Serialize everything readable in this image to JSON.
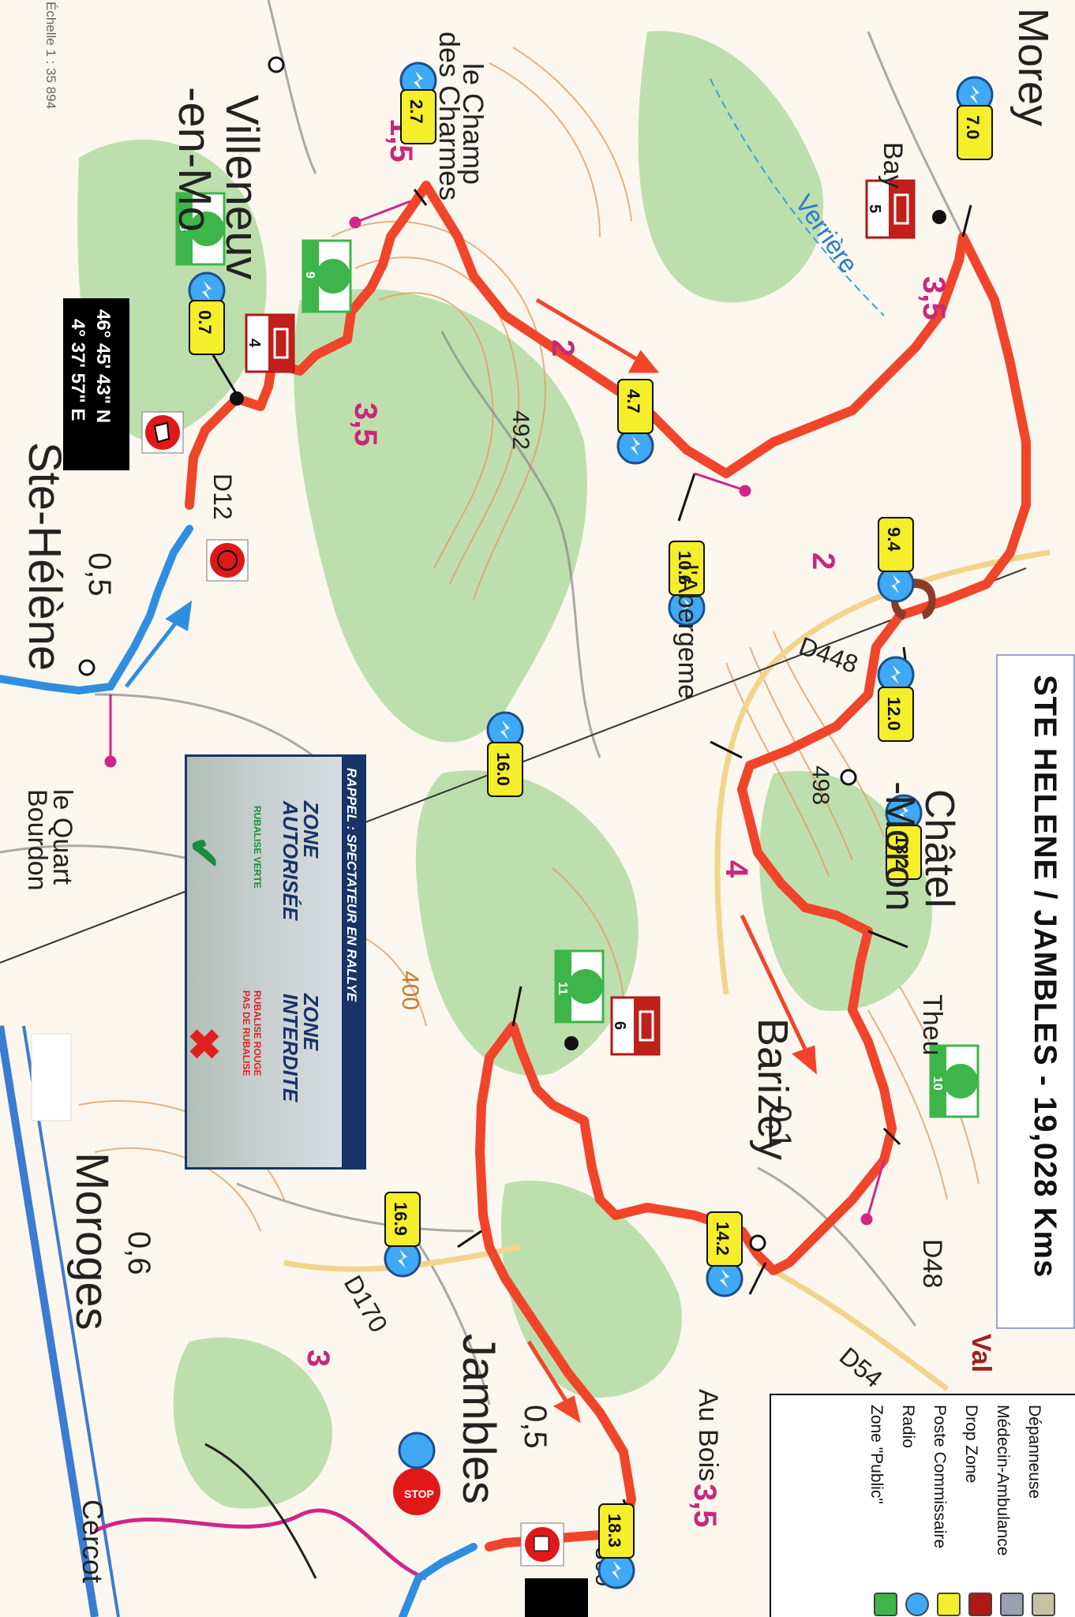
{
  "title": "STE HELENE / JAMBLES   -   19,028 Kms",
  "scale_text": "Échelle 1 : 35 894",
  "coordinates": {
    "lat": "46° 45' 43\" N",
    "lon": "4° 37' 57\" E"
  },
  "place_names": {
    "morey": "Morey",
    "le_champ": "le Champ",
    "des_charmes": "des Charmes",
    "villeneuve": "Villeneuv",
    "en_mo": "-en-Mo",
    "ste_helene": "Ste-Hélène",
    "verriere": "Verrière",
    "labergement": "l'Abergeme",
    "chatel": "Châtel",
    "moroux": "-Moron",
    "barizey": "Barizey",
    "le_quart": "le Quart",
    "bourdon": "Bourdon",
    "morogges": "Moroges",
    "jambles": "Jambles",
    "au_bois": "Au Bois",
    "cercot": "Cercot",
    "theu": "Theu",
    "val": "Val",
    "bay": "Bay"
  },
  "road_labels": {
    "d448": "D448",
    "d48": "D48",
    "d170": "D170",
    "d12": "D12",
    "d54": "D54"
  },
  "elevations": [
    "492",
    "498",
    "400",
    "300"
  ],
  "map_numbers": [
    "0,5",
    "0,5",
    "0,6",
    "0,1",
    "2",
    "2",
    "3,5",
    "3,5",
    "3",
    "3,5",
    "4",
    "1,5"
  ],
  "radio_points": [
    "0.7",
    "2.7",
    "4.7",
    "7.0",
    "9.4",
    "10.6",
    "12.0",
    "13.2",
    "14.2",
    "16.0",
    "16.9",
    "18.3"
  ],
  "commissaire_posts": [
    "4",
    "5",
    "6"
  ],
  "public_zones": [
    "8",
    "9",
    "10",
    "11"
  ],
  "stop_label": "STOP",
  "rappel": {
    "header": "RAPPEL : SPECTATEUR EN RALLYE",
    "zone_ok": "ZONE AUTORISÉE",
    "zone_ok_sub": "RUBALISE VERTE",
    "zone_no": "ZONE INTERDITE",
    "zone_no_sub": "RUBALISE ROUGE PAS DE RUBALISE"
  },
  "legend": [
    "Dépanneuse",
    "Médecin-Ambulance",
    "Drop Zone",
    "Poste Commissaire",
    "Radio",
    "Zone \"Public\""
  ],
  "colors": {
    "route": "#f0452a",
    "liaison": "#2f8ee0",
    "radio": "#3fa9f5",
    "marker_yellow": "#f5ee2a",
    "forest": "#a9d39a",
    "public_green": "#3db54a"
  }
}
